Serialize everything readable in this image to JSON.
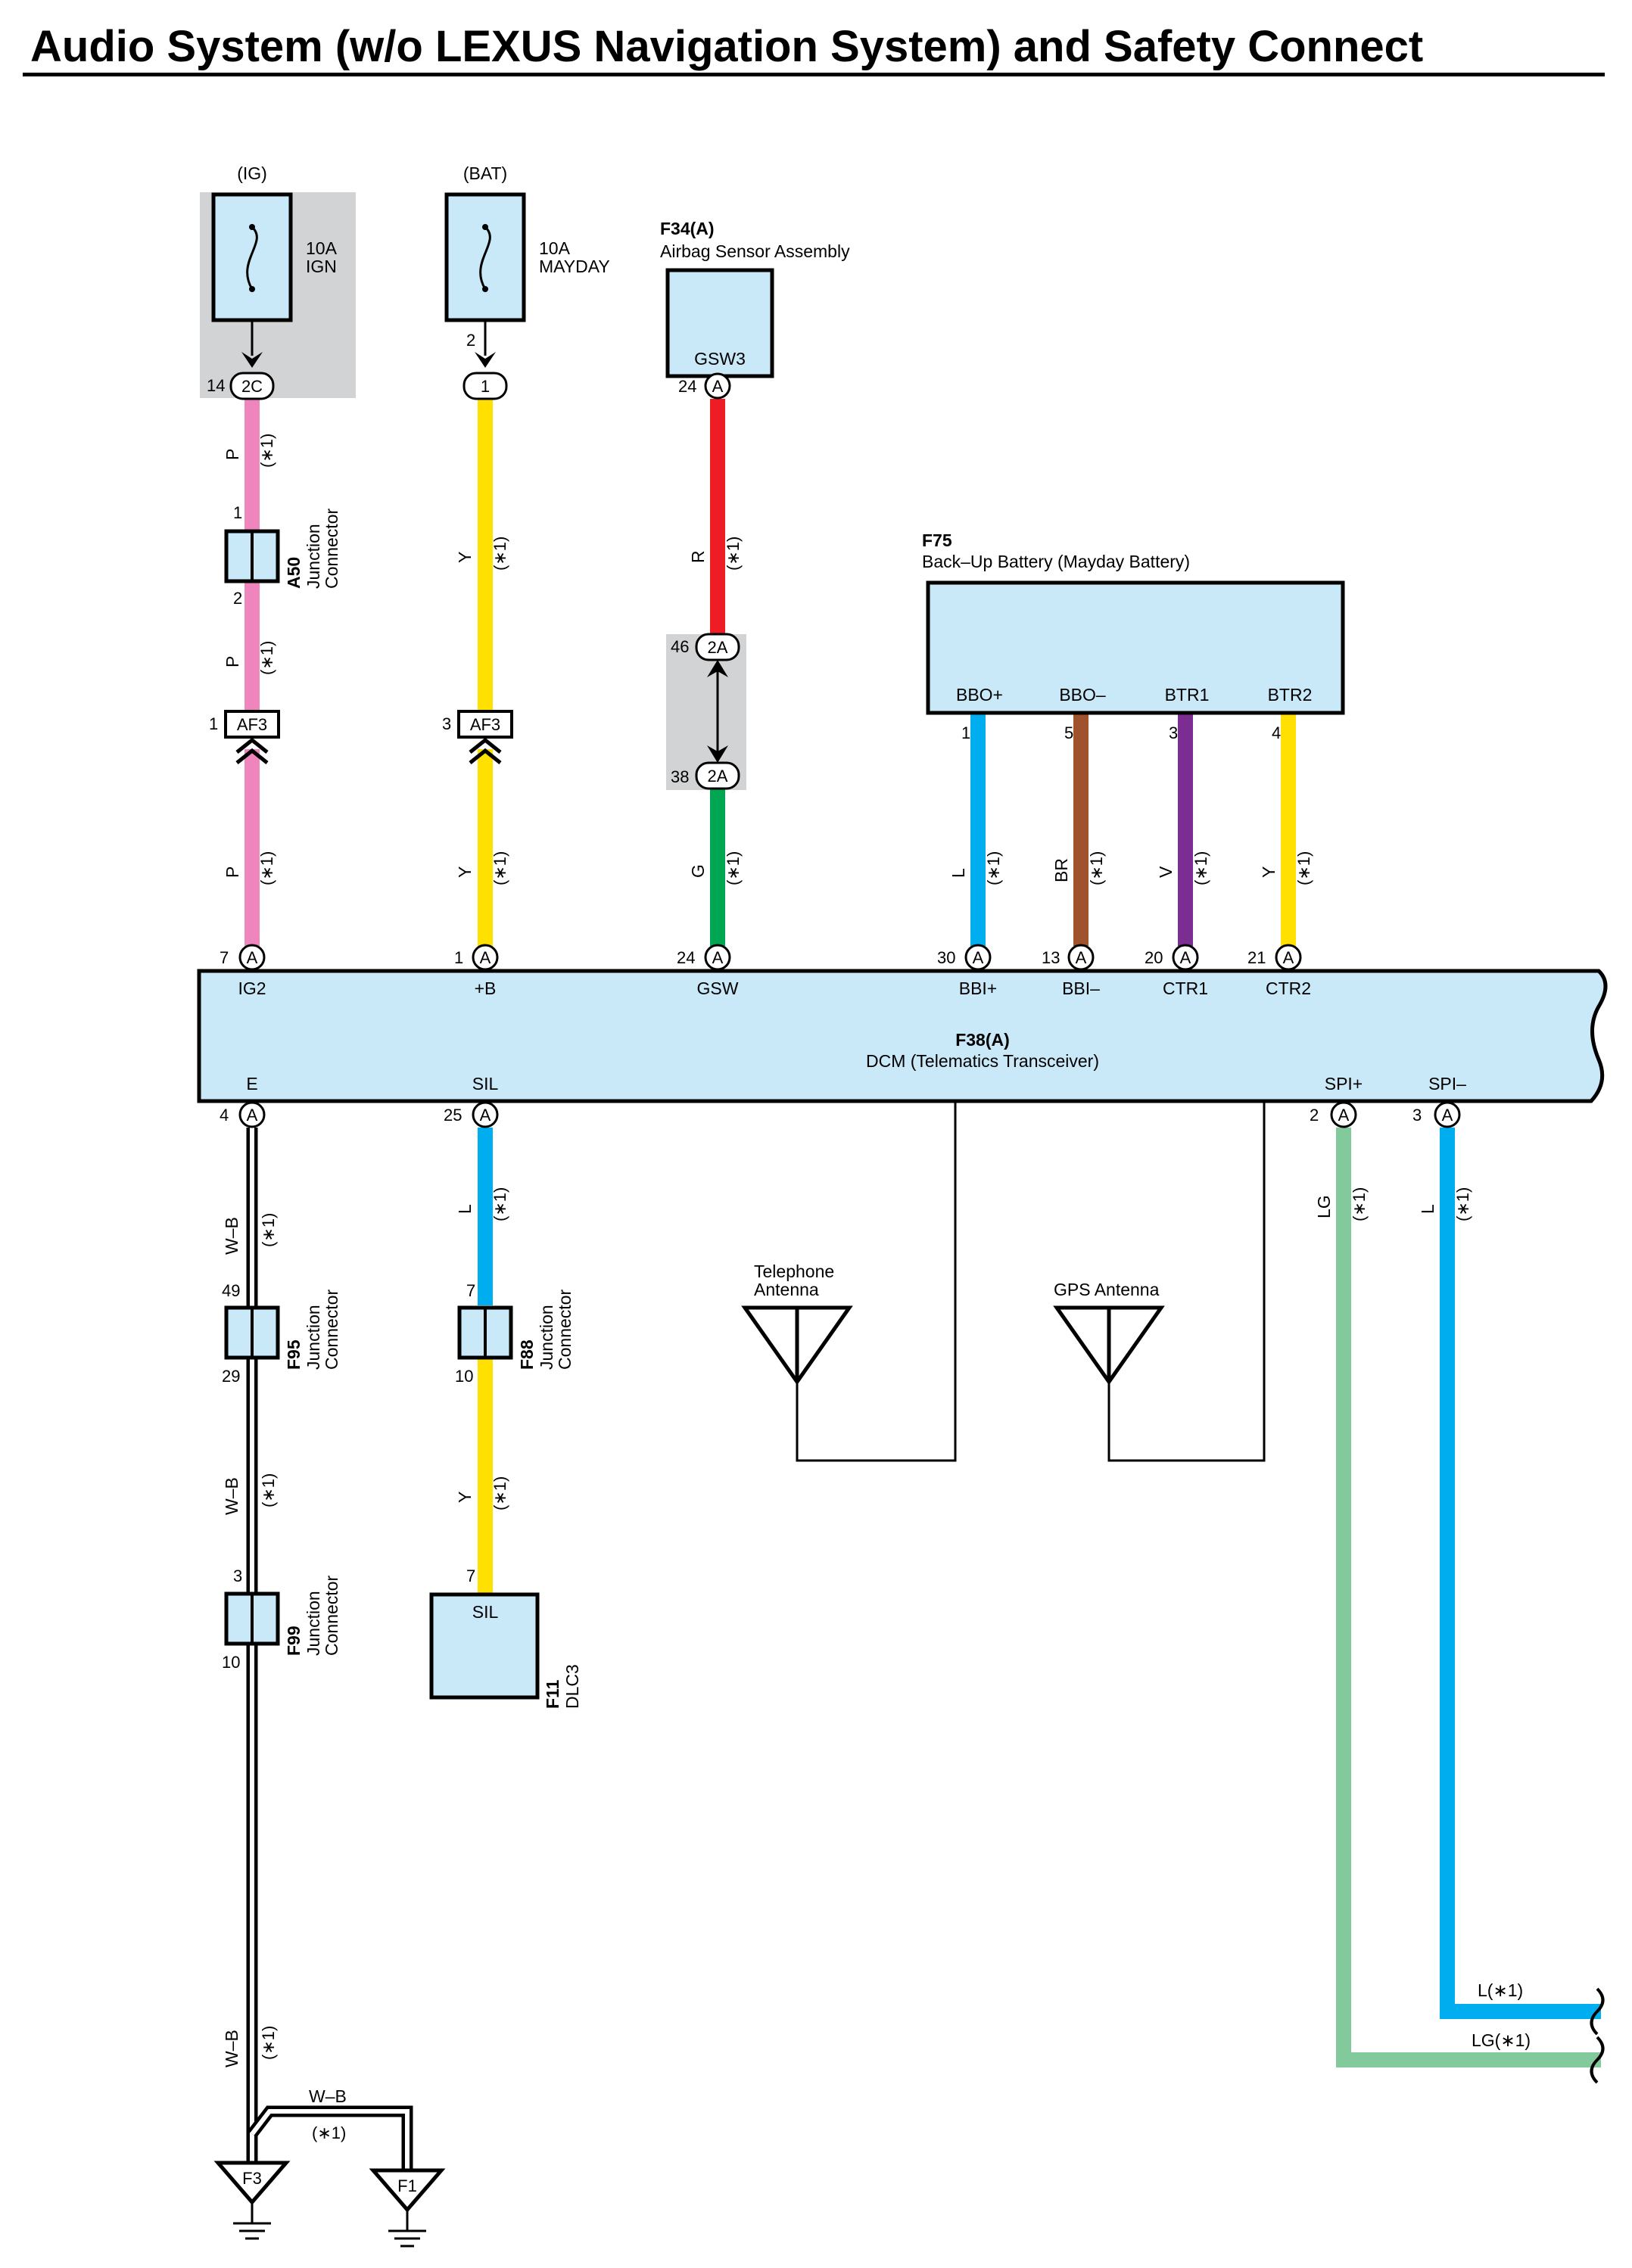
{
  "title": "Audio System (w/o LEXUS Navigation System) and Safety Connect",
  "colors": {
    "P": "#ee86bd",
    "Y": "#ffe000",
    "R": "#ee1c24",
    "G": "#00a651",
    "L": "#00aeef",
    "BR": "#a0522d",
    "V": "#7b2d91",
    "LG": "#82c99b",
    "WB": "#000000",
    "component_fill": "#c9e8f8",
    "shade": "#d2d3d5"
  },
  "fuse_ign": {
    "source": "(IG)",
    "rating": "10A",
    "name": "IGN",
    "pin_num": "14",
    "conn": "2C"
  },
  "fuse_bat": {
    "source": "(BAT)",
    "rating": "10A",
    "name": "MAYDAY",
    "pin_top": "2",
    "conn": "1"
  },
  "airbag": {
    "code": "F34(A)",
    "name": "Airbag Sensor Assembly",
    "terminal": "GSW3",
    "pin_num": "24",
    "conn": "A"
  },
  "a50": {
    "code": "A50",
    "name1": "Junction",
    "name2": "Connector",
    "pin_top": "1",
    "pin_bot": "2"
  },
  "af3_left": {
    "pin_num": "1",
    "conn": "AF3"
  },
  "af3_mid": {
    "pin_num": "3",
    "conn": "AF3"
  },
  "two_a_top": {
    "pin_num": "46",
    "conn": "2A"
  },
  "two_a_bot": {
    "pin_num": "38",
    "conn": "2A"
  },
  "backup": {
    "code": "F75",
    "name": "Back–Up Battery (Mayday Battery)",
    "terminals": [
      {
        "name": "BBO+",
        "pin": "1"
      },
      {
        "name": "BBO–",
        "pin": "5"
      },
      {
        "name": "BTR1",
        "pin": "3"
      },
      {
        "name": "BTR2",
        "pin": "4"
      }
    ]
  },
  "dcm": {
    "code": "F38(A)",
    "name": "DCM (Telematics Transceiver)",
    "top_pins": [
      {
        "pin": "7",
        "conn": "A",
        "terminal": "IG2"
      },
      {
        "pin": "1",
        "conn": "A",
        "terminal": "+B"
      },
      {
        "pin": "24",
        "conn": "A",
        "terminal": "GSW"
      },
      {
        "pin": "30",
        "conn": "A",
        "terminal": "BBI+"
      },
      {
        "pin": "13",
        "conn": "A",
        "terminal": "BBI–"
      },
      {
        "pin": "20",
        "conn": "A",
        "terminal": "CTR1"
      },
      {
        "pin": "21",
        "conn": "A",
        "terminal": "CTR2"
      }
    ],
    "bottom_pins": [
      {
        "pin": "4",
        "conn": "A",
        "terminal": "E"
      },
      {
        "pin": "25",
        "conn": "A",
        "terminal": "SIL"
      },
      {
        "pin": "2",
        "conn": "A",
        "terminal": "SPI+"
      },
      {
        "pin": "3",
        "conn": "A",
        "terminal": "SPI–"
      }
    ]
  },
  "wire_labels": {
    "p1": "P",
    "p2": "P",
    "p3": "P",
    "y1": "Y",
    "y2": "Y",
    "r": "R",
    "g": "G",
    "l_bb": "L",
    "br": "BR",
    "v": "V",
    "y_ctr": "Y",
    "wb1": "W–B",
    "wb2": "W–B",
    "wb3": "W–B",
    "wb_h": "W–B",
    "l_sil": "L",
    "y_sil": "Y",
    "lg": "LG",
    "l_spi": "L",
    "star": "(∗1)",
    "l_end": "L(∗1)",
    "lg_end": "LG(∗1)"
  },
  "f95": {
    "code": "F95",
    "name1": "Junction",
    "name2": "Connector",
    "pin_top": "49",
    "pin_bot": "29"
  },
  "f99": {
    "code": "F99",
    "name1": "Junction",
    "name2": "Connector",
    "pin_top": "3",
    "pin_bot": "10"
  },
  "f88": {
    "code": "F88",
    "name1": "Junction",
    "name2": "Connector",
    "pin_top": "7",
    "pin_bot": "10"
  },
  "f11": {
    "code": "F11",
    "name": "DLC3",
    "terminal": "SIL",
    "pin_top": "7"
  },
  "tel_antenna": {
    "line1": "Telephone",
    "line2": "Antenna"
  },
  "gps_antenna": {
    "label": "GPS Antenna"
  },
  "grounds": [
    {
      "name": "F3"
    },
    {
      "name": "F1"
    }
  ]
}
